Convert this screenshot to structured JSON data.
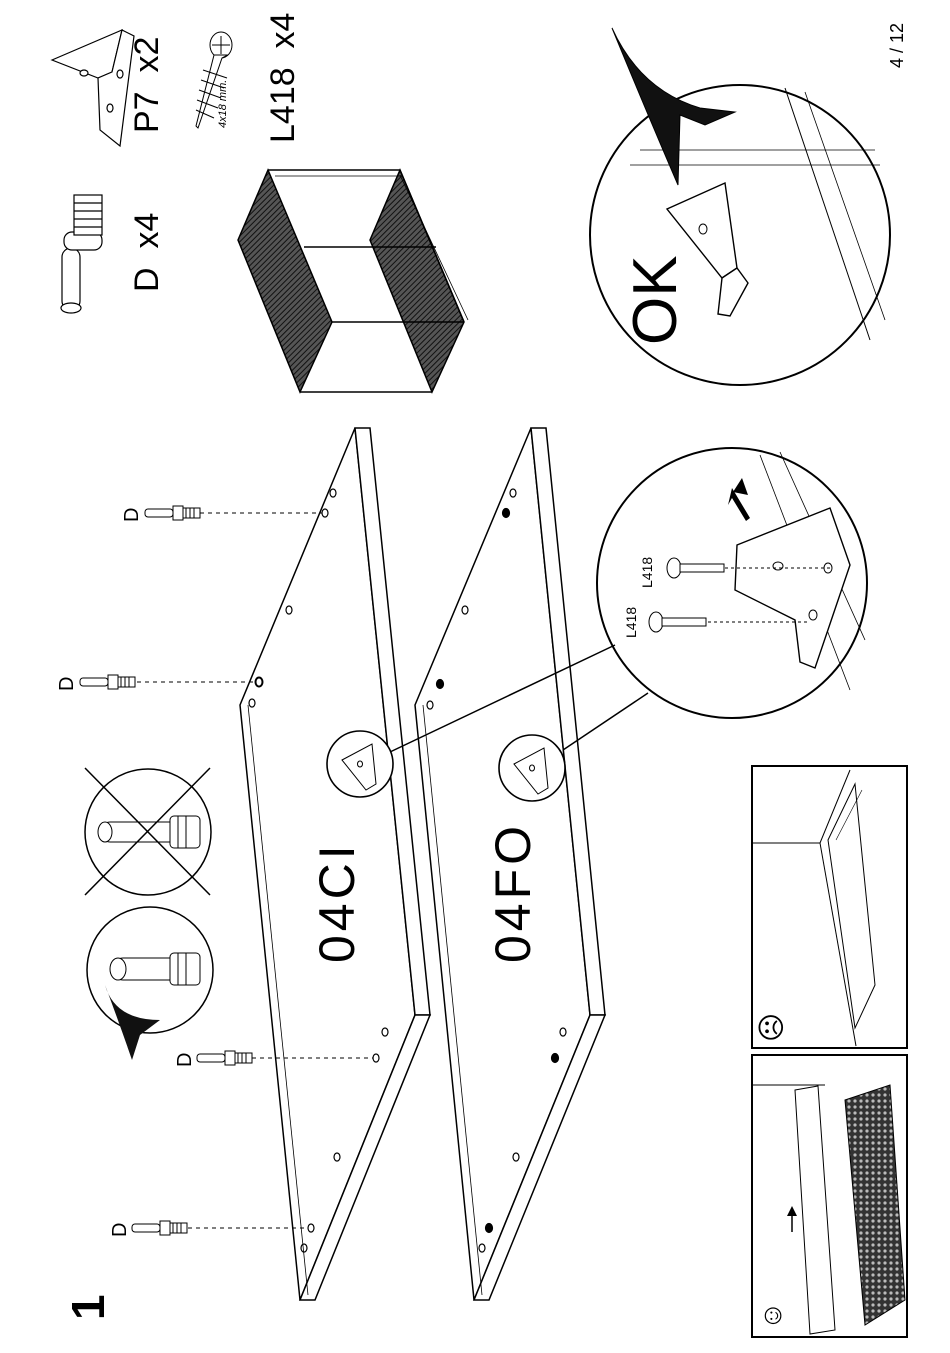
{
  "page": {
    "number": "4 / 12",
    "step": "1"
  },
  "parts": [
    {
      "id": "D",
      "label": "D",
      "qty": "x4"
    },
    {
      "id": "P7",
      "label": "P7",
      "qty": "x2"
    },
    {
      "id": "L418",
      "label": "L418",
      "qty": "x4",
      "size": "4x18 mm."
    }
  ],
  "panels": [
    {
      "code": "04CI"
    },
    {
      "code": "04FO"
    }
  ],
  "callouts": {
    "dowel_label": "D",
    "screw_label": "L418",
    "ok_label": "OK"
  },
  "tips": {
    "good": "☺",
    "bad": "☹"
  },
  "colors": {
    "line": "#000000",
    "background": "#ffffff"
  }
}
